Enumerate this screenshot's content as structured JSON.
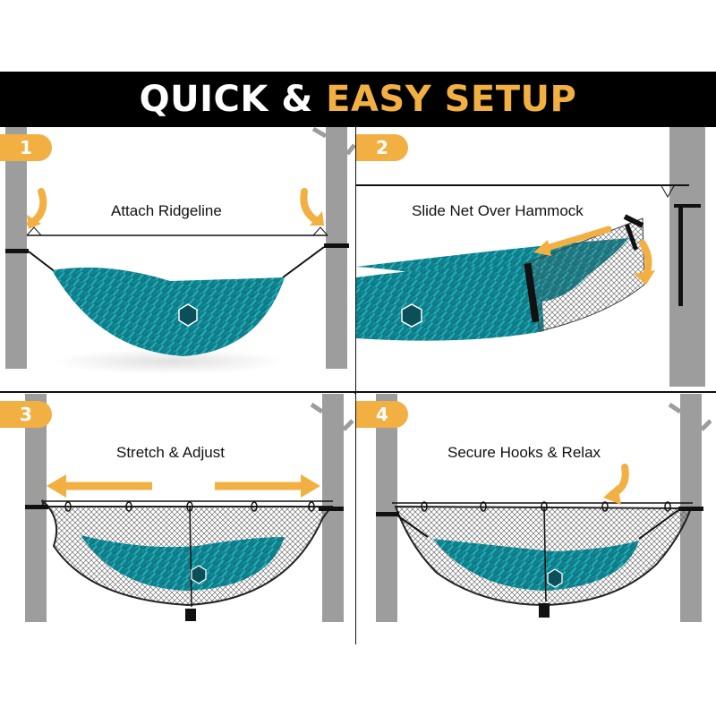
{
  "header": {
    "title_part1": "QUICK & ",
    "title_part2": "EASY SETUP"
  },
  "colors": {
    "accent": "#F2B043",
    "hammock": "#1aa5b0",
    "tree": "#9a9a9a"
  },
  "steps": [
    {
      "number": "1",
      "caption": "Attach Ridgeline"
    },
    {
      "number": "2",
      "caption": "Slide Net Over Hammock"
    },
    {
      "number": "3",
      "caption": "Stretch & Adjust"
    },
    {
      "number": "4",
      "caption": "Secure Hooks & Relax"
    }
  ]
}
